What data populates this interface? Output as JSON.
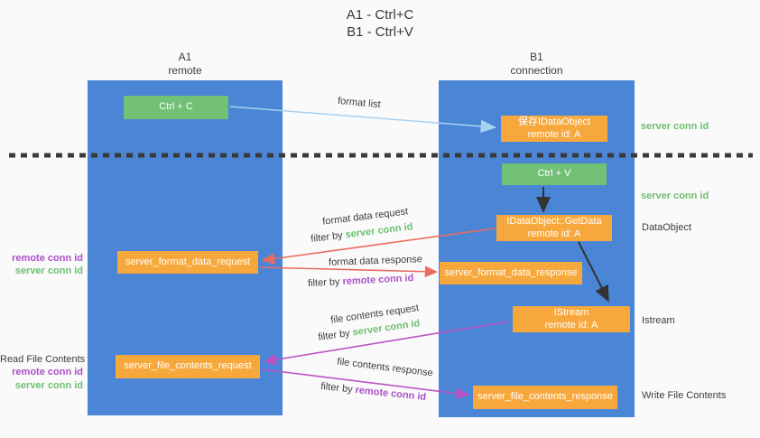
{
  "title": {
    "line1": "A1 - Ctrl+C",
    "line2": "B1 - Ctrl+V"
  },
  "columns": {
    "a": {
      "name": "A1",
      "subtitle": "remote"
    },
    "b": {
      "name": "B1",
      "subtitle": "connection"
    }
  },
  "boxes": {
    "ctrl_c": {
      "label": "Ctrl + C"
    },
    "save_idataobject": {
      "line1": "保存IDataObject",
      "line2": "remote id: A"
    },
    "ctrl_v": {
      "label": "Ctrl + V"
    },
    "getdata": {
      "line1": "IDataObject::GetData",
      "line2": "remote id: A"
    },
    "format_request": {
      "label": "server_format_data_request"
    },
    "format_response": {
      "label": "server_format_data_response"
    },
    "istream": {
      "line1": "IStream",
      "line2": "remote id: A"
    },
    "file_request": {
      "label": "server_file_contents_request"
    },
    "file_response": {
      "label": "server_file_contents_response"
    }
  },
  "labels": {
    "format_list": "format list",
    "format_data_request": "format data request",
    "format_data_response": "format data response",
    "file_contents_request": "file contents request",
    "file_contents_response": "file contents response",
    "filter_by": "filter by ",
    "server_conn_id": "server conn id",
    "remote_conn_id": "remote conn id",
    "dataobject": "DataObject",
    "istream": "Istream",
    "write_file_contents": "Write File Contents",
    "read_file_contents": "Read File Contents"
  },
  "colors": {
    "background": "#fafafa",
    "column_blue": "#4A85D6",
    "box_green": "#72C076",
    "box_orange": "#F7A83C",
    "green_text": "#6CBF6F",
    "purple_text": "#AB4FC8",
    "salmon_arrow": "#E96C62",
    "magenta_arrow": "#BC53C3",
    "light_blue_arrow": "#A8D2F0",
    "dashed_line": "#3a3a3a"
  }
}
